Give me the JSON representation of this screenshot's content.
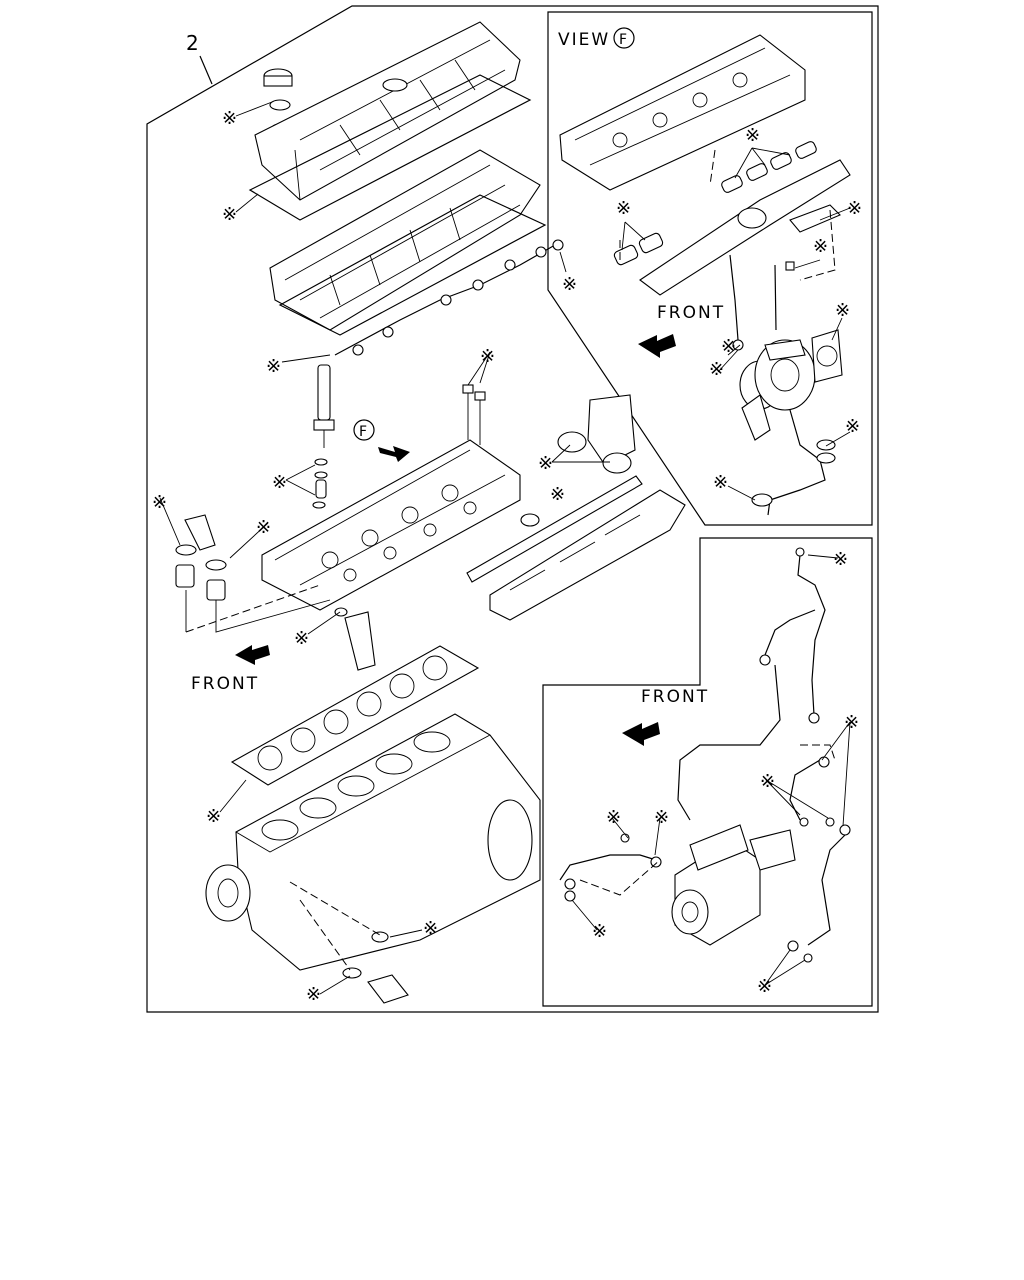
{
  "labels": {
    "kit_number": "2",
    "view": "VIEW",
    "view_letter": "F",
    "front_main": "FRONT",
    "front_view": "FRONT",
    "front_pump": "FRONT",
    "f_marker": "F",
    "asterisk": "※"
  }
}
